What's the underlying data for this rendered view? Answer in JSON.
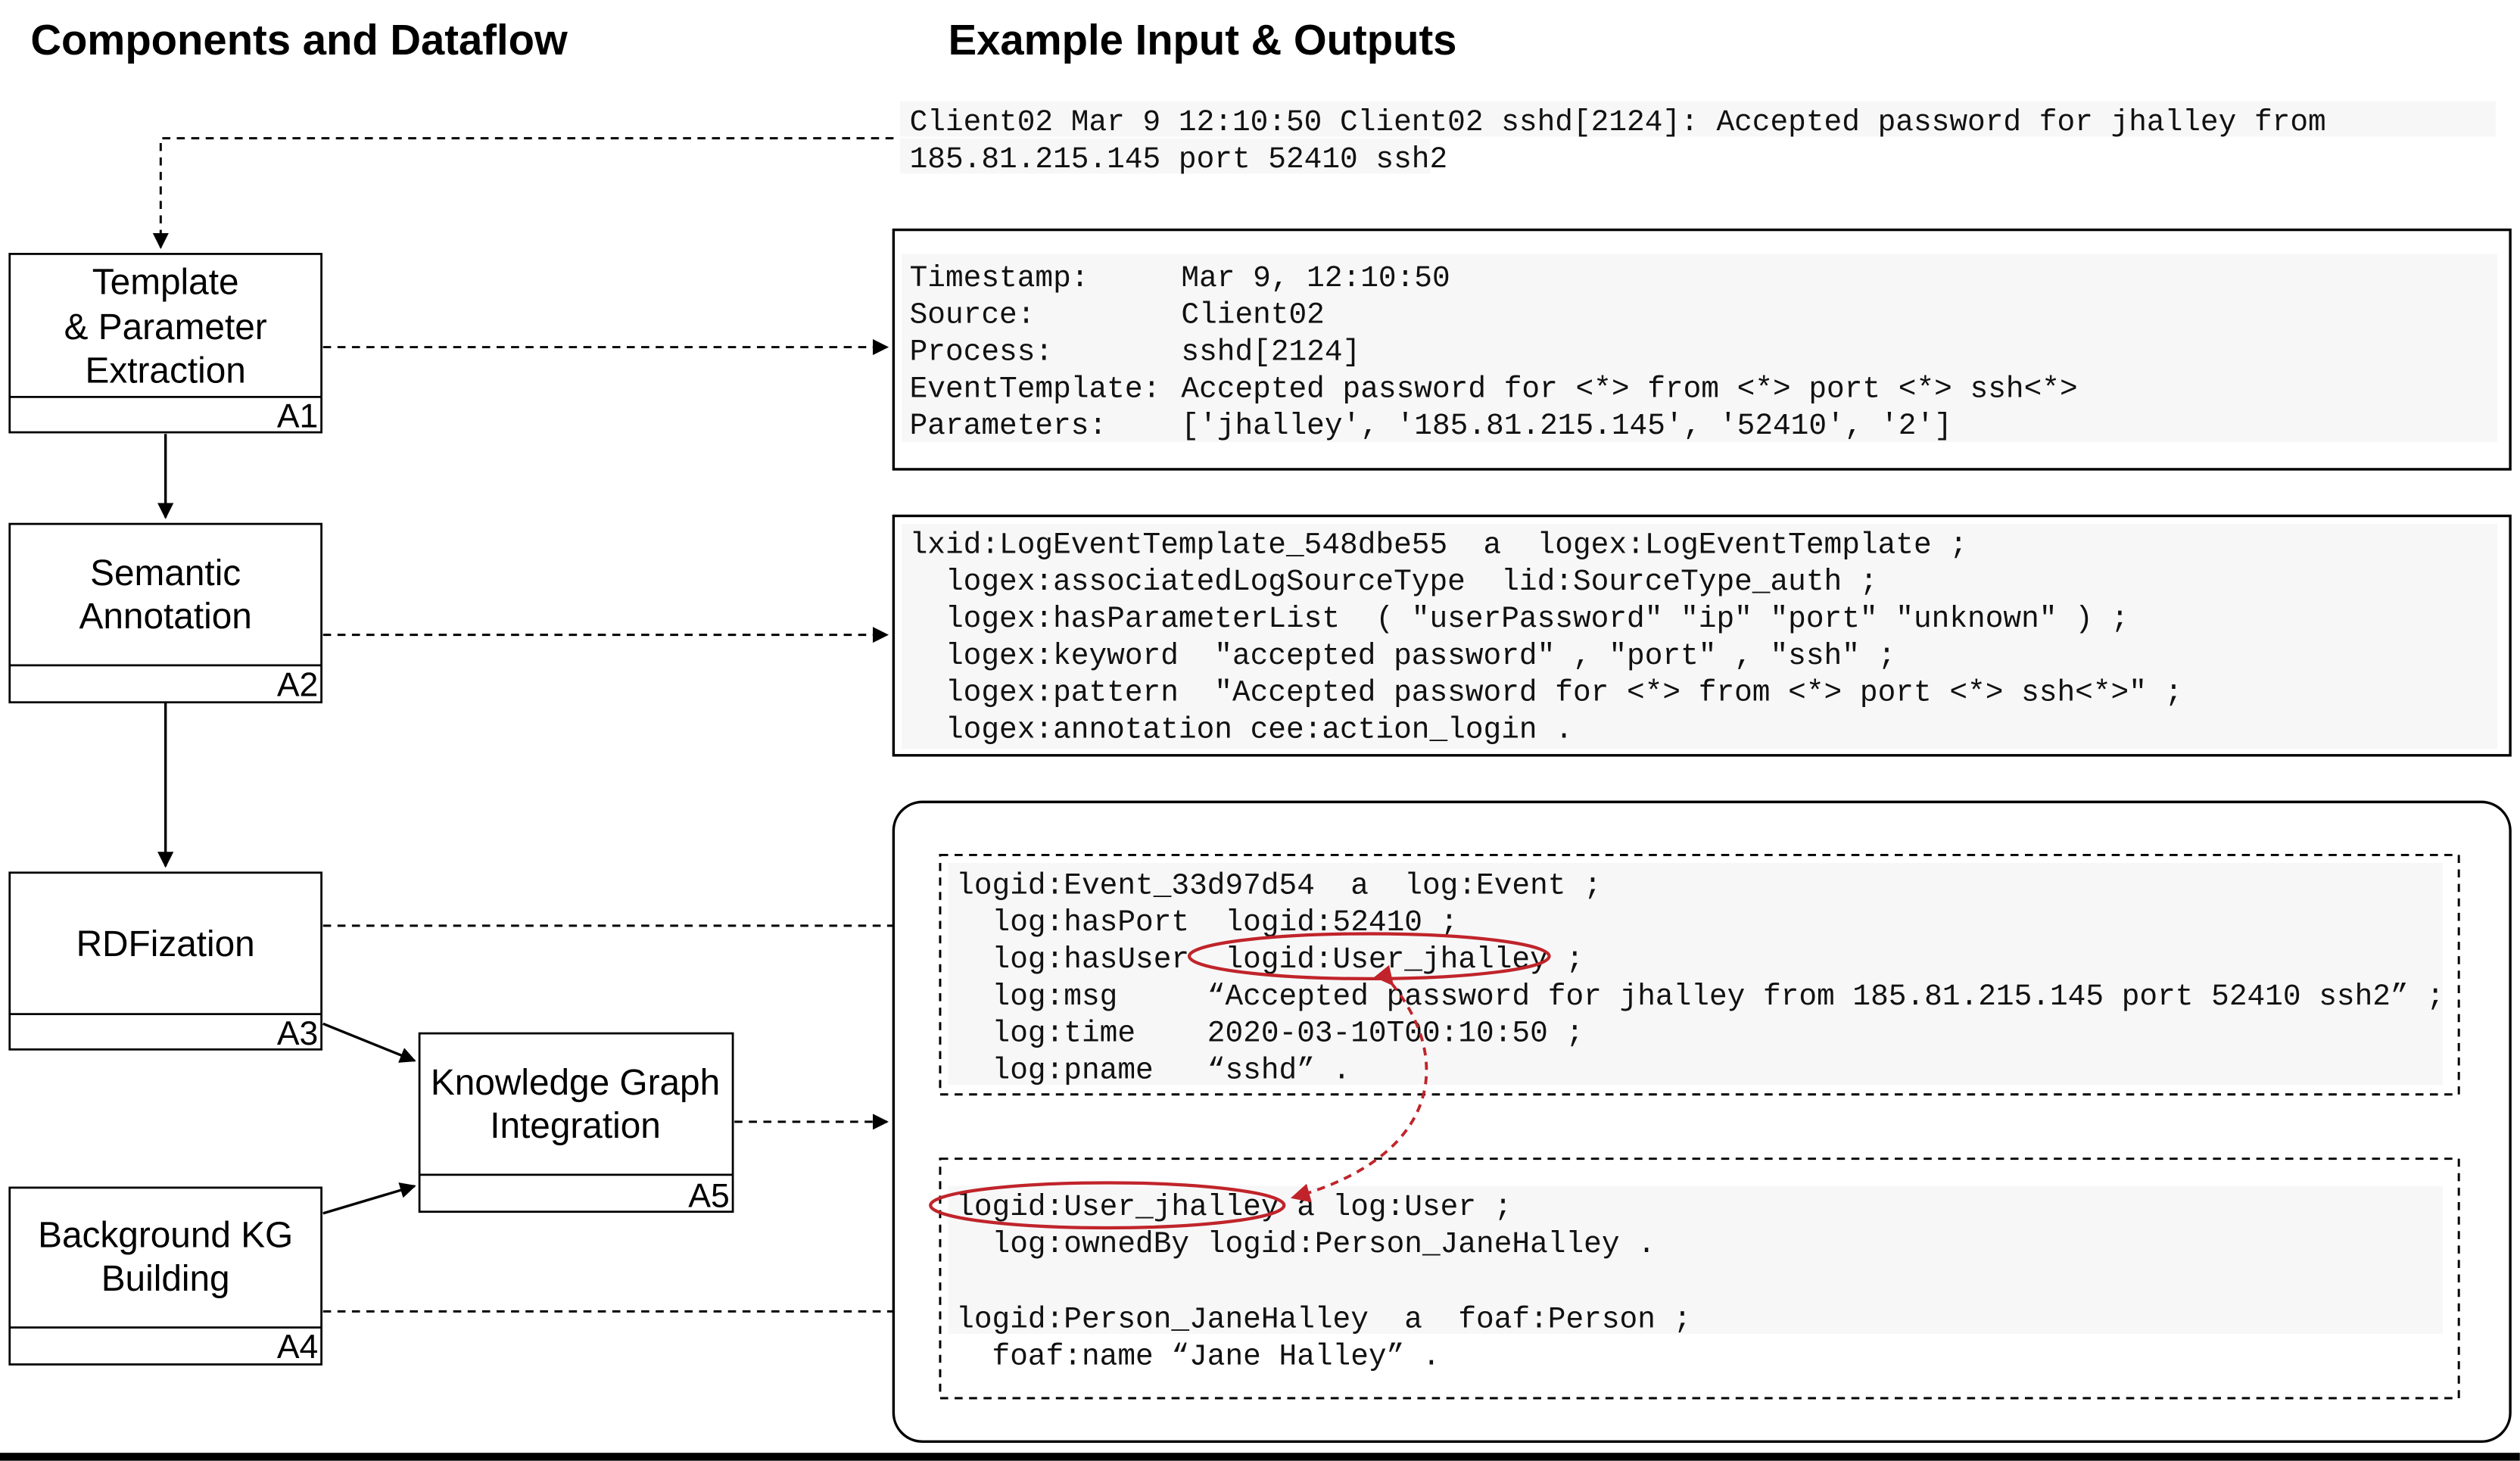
{
  "headings": {
    "left": "Components and Dataflow",
    "right": "Example Input & Outputs"
  },
  "components": {
    "a1": {
      "label_lines": [
        "Template",
        "& Parameter",
        "Extraction"
      ],
      "tag": "A1"
    },
    "a2": {
      "label_lines": [
        "Semantic",
        "Annotation"
      ],
      "tag": "A2"
    },
    "a3": {
      "label_lines": [
        "RDFization"
      ],
      "tag": "A3"
    },
    "a4": {
      "label_lines": [
        "Background KG",
        "Building"
      ],
      "tag": "A4"
    },
    "a5": {
      "label_lines": [
        "Knowledge Graph",
        "Integration"
      ],
      "tag": "A5"
    }
  },
  "input_log": [
    "Client02 Mar 9 12:10:50 Client02 sshd[2124]: Accepted password for jhalley from",
    "185.81.215.145 port 52410 ssh2"
  ],
  "extraction_fields": [
    {
      "key": "Timestamp:",
      "value": "Mar 9, 12:10:50"
    },
    {
      "key": "Source:",
      "value": "Client02"
    },
    {
      "key": "Process:",
      "value": "sshd[2124]"
    },
    {
      "key": "EventTemplate:",
      "value": "Accepted password for <*> from <*> port <*> ssh<*>"
    },
    {
      "key": "Parameters:",
      "value": "['jhalley', '185.81.215.145', '52410', '2']"
    }
  ],
  "annotation_lines": [
    "lxid:LogEventTemplate_548dbe55  a  logex:LogEventTemplate ;",
    "  logex:associatedLogSourceType  lid:SourceType_auth ;",
    "  logex:hasParameterList  ( \"userPassword\" \"ip\" \"port\" \"unknown\" ) ;",
    "  logex:keyword  \"accepted password\" , \"port\" , \"ssh\" ;",
    "  logex:pattern  \"Accepted password for <*> from <*> port <*> ssh<*>\" ;",
    "  logex:annotation cee:action_login ."
  ],
  "event_lines": [
    "logid:Event_33d97d54  a  log:Event ;",
    "  log:hasPort  logid:52410 ;",
    "  log:hasUser  logid:User_jhalley ;",
    "  log:msg     “Accepted password for jhalley from 185.81.215.145 port 52410 ssh2” ;",
    "  log:time    2020-03-10T00:10:50 ;",
    "  log:pname   “sshd” ."
  ],
  "background_lines": [
    "logid:User_jhalley a log:User ;",
    "  log:ownedBy logid:Person_JaneHalley .",
    "",
    "logid:Person_JaneHalley  a  foaf:Person ;",
    "  foaf:name “Jane Halley” ."
  ],
  "colors": {
    "highlight": "#c0242a",
    "code_background": "#f7f7f8",
    "stroke": "#000000"
  }
}
